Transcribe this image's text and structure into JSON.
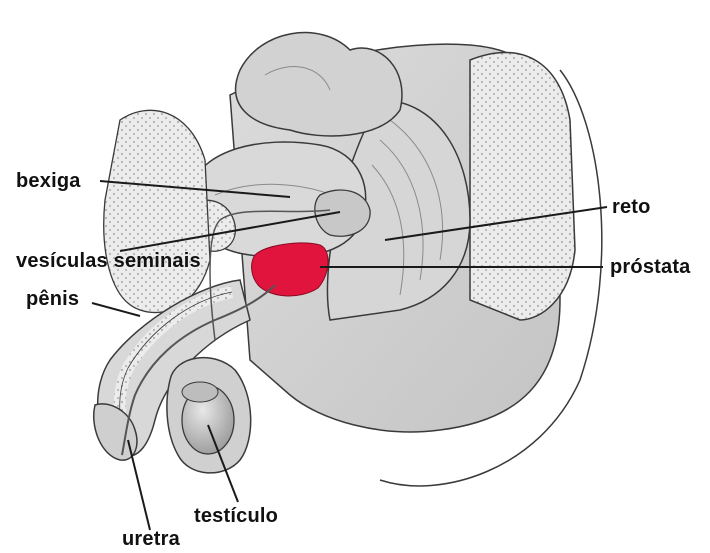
{
  "labels": {
    "bexiga": "bexiga",
    "vesiculas": "vesículas seminais",
    "penis": "pênis",
    "uretra": "uretra",
    "testiculo": "testículo",
    "reto": "reto",
    "prostata": "próstata"
  },
  "colors": {
    "prostate": "#e0143c",
    "tissue": "#cfcfcf",
    "tissue_light": "#e6e6e6",
    "tissue_dark": "#9a9a9a",
    "outline": "#3a3a3a",
    "leader": "#1a1a1a"
  }
}
